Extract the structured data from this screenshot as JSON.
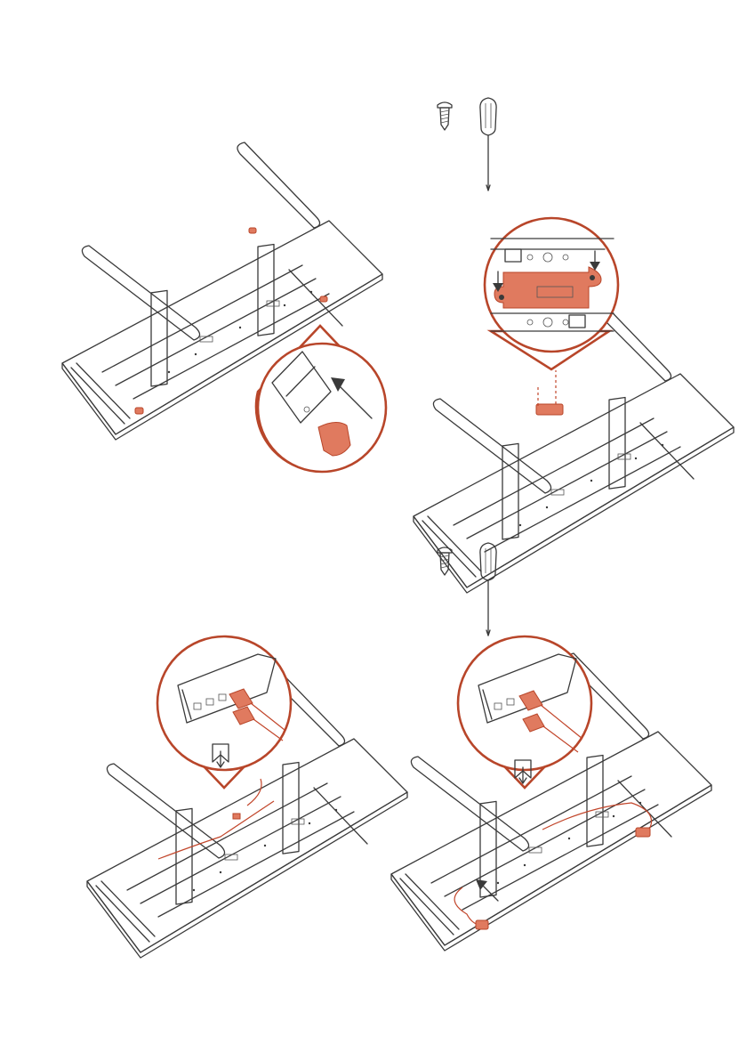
{
  "colors": {
    "accent": "#e07a5f",
    "accent_stroke": "#b8462a",
    "line": "#3a3a3a"
  },
  "panels": [
    {
      "id": "step-1",
      "description_icons": [
        "desk-icon",
        "foot-cap-icon",
        "arrow-icon"
      ]
    },
    {
      "id": "step-2",
      "description_icons": [
        "screw-icon",
        "screwdriver-icon",
        "desk-icon",
        "control-box-icon"
      ]
    },
    {
      "id": "step-3",
      "description_icons": [
        "desk-icon",
        "cable-plug-icon",
        "plug-in-icon"
      ]
    },
    {
      "id": "step-4",
      "description_icons": [
        "screw-icon",
        "screwdriver-icon",
        "desk-icon",
        "cable-plug-icon",
        "plug-in-icon"
      ]
    }
  ]
}
